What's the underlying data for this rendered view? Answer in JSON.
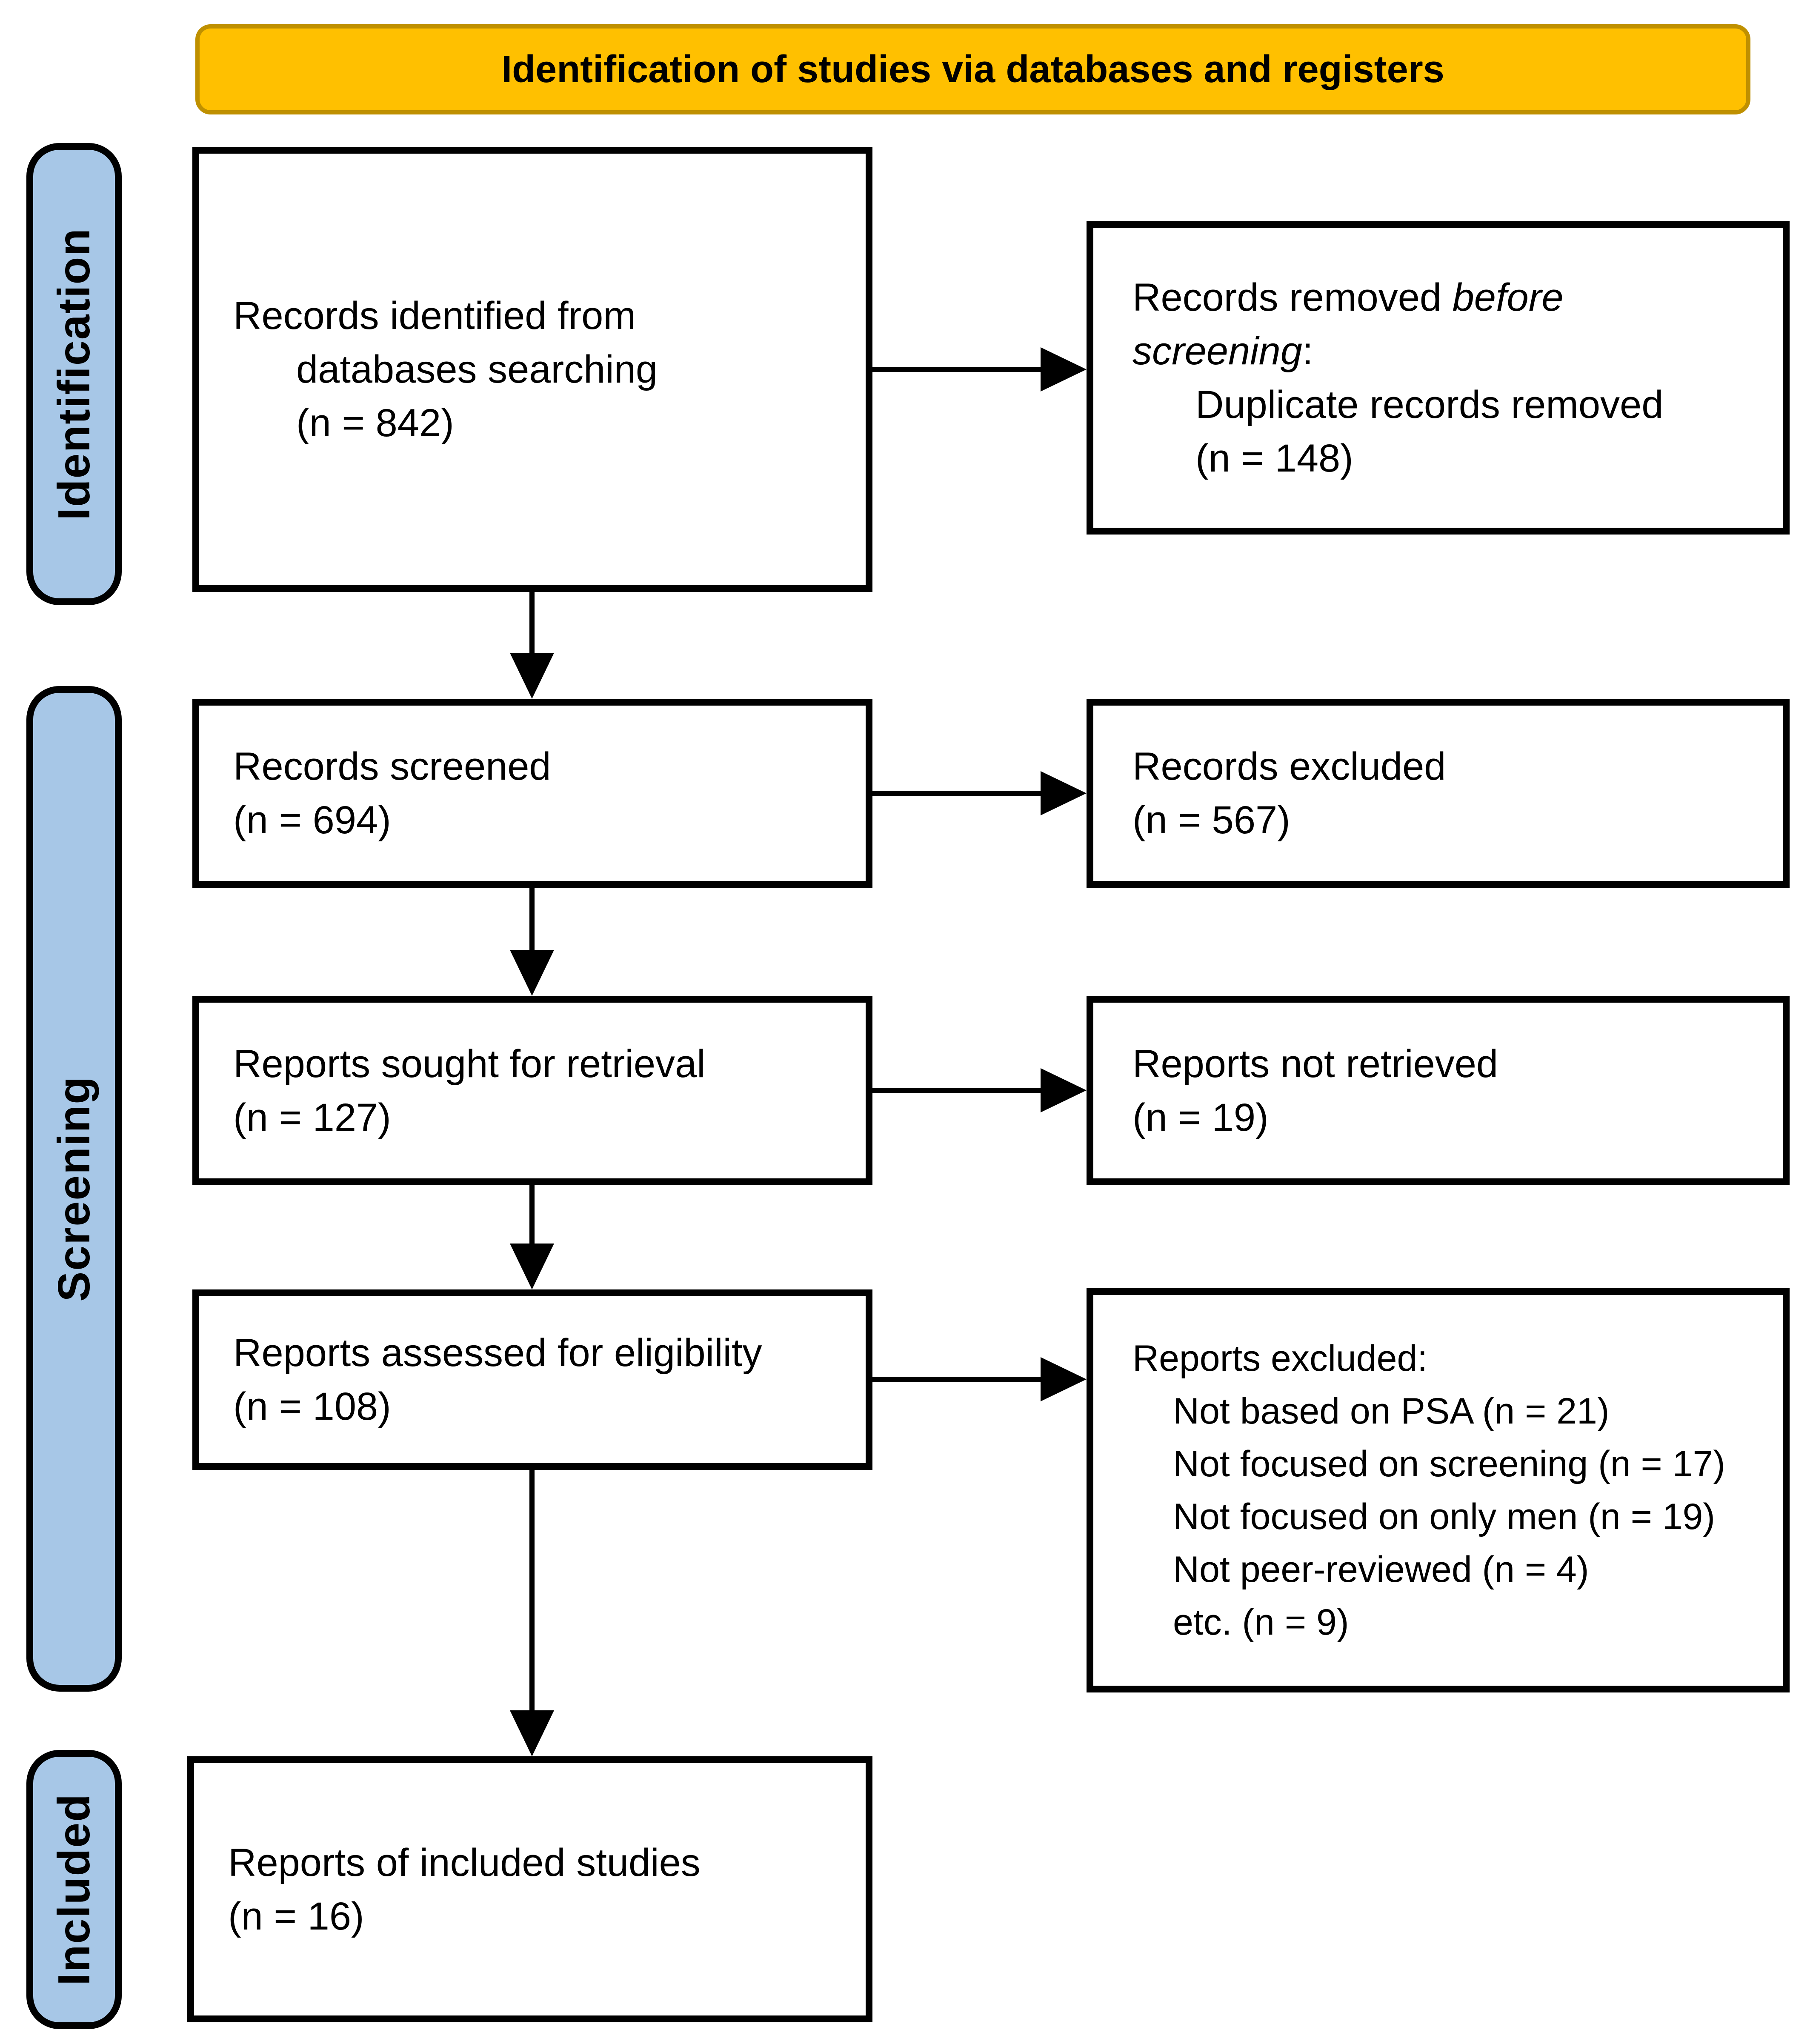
{
  "title_banner": {
    "label": "Identification of studies via databases and registers"
  },
  "stages": {
    "identification": "Identification",
    "screening": "Screening",
    "included": "Included"
  },
  "colors": {
    "banner_bg": "#FFC000",
    "banner_border": "#BF9000",
    "stage_bg": "#A7C7E7",
    "box_border": "#000000",
    "box_bg": "#FFFFFF"
  },
  "boxes": {
    "records_identified": {
      "line1": "Records identified from",
      "line2": "databases searching",
      "line3": "(n = 842)"
    },
    "records_removed": {
      "line1_normal": "Records removed ",
      "line1_italic": "before",
      "line2_italic": "screening",
      "line2_colon": ":",
      "line3": "Duplicate records removed",
      "line4": "(n = 148)"
    },
    "records_screened": {
      "line1": "Records screened",
      "line2": "(n = 694)"
    },
    "records_excluded": {
      "line1": "Records excluded",
      "line2": "(n = 567)"
    },
    "reports_sought": {
      "line1": "Reports sought for retrieval",
      "line2": "(n = 127)"
    },
    "reports_not_retrieved": {
      "line1": "Reports not retrieved",
      "line2": "(n = 19)"
    },
    "reports_assessed": {
      "line1": "Reports assessed for eligibility",
      "line2": "(n = 108)"
    },
    "reports_excluded": {
      "header": "Reports excluded:",
      "items": [
        "Not based on PSA (n = 21)",
        "Not focused on screening (n = 17)",
        "Not focused on only men (n = 19)",
        "Not peer-reviewed (n = 4)",
        "etc. (n = 9)"
      ]
    },
    "reports_included": {
      "line1": "Reports of included studies",
      "line2": "(n = 16)"
    }
  }
}
